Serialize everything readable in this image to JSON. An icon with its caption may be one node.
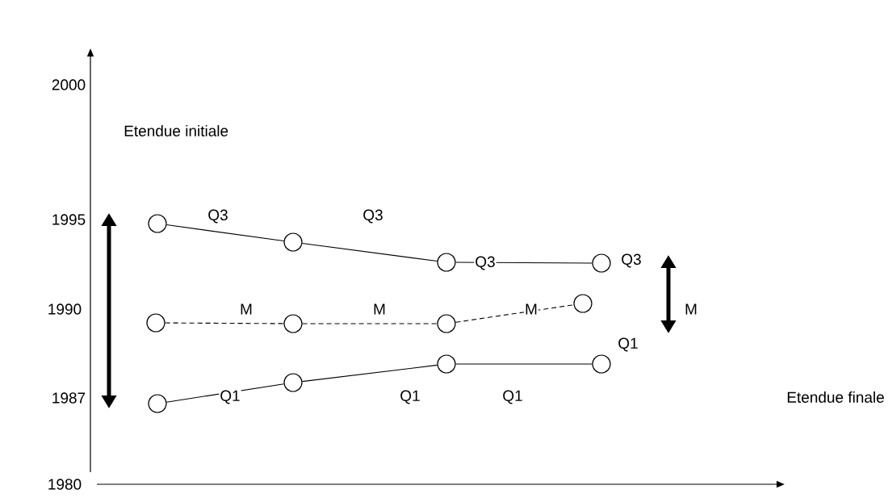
{
  "diagram": {
    "nodes": [
      {
        "text": [],
        "shape": "circle"
      },
      {
        "text": [],
        "shape": "circle"
      },
      {
        "text": [],
        "shape": "circle"
      },
      {
        "text": [],
        "shape": "circle"
      },
      {
        "text": [],
        "shape": "circle"
      },
      {
        "text": [],
        "shape": "circle"
      },
      {
        "text": [],
        "shape": "circle"
      },
      {
        "text": [],
        "shape": "circle"
      },
      {
        "text": [],
        "shape": "circle"
      },
      {
        "text": [],
        "shape": "circle"
      },
      {
        "text": [],
        "shape": "circle"
      },
      {
        "text": [],
        "shape": "circle"
      }
    ],
    "edges": [
      {
        "from": 0,
        "to": 1,
        "arrow": "none"
      },
      {
        "from": 1,
        "to": 2,
        "arrow": "none"
      },
      {
        "from": 2,
        "to": 3,
        "arrow": "none"
      },
      {
        "from": 4,
        "to": 5,
        "arrow": "none",
        "style": "dashed"
      },
      {
        "from": 5,
        "to": 6,
        "arrow": "none",
        "style": "dashed"
      },
      {
        "from": 6,
        "to": 7,
        "arrow": "none",
        "style": "dashed"
      },
      {
        "from": 8,
        "to": 9,
        "arrow": "none"
      },
      {
        "from": 9,
        "to": 10,
        "arrow": "none"
      },
      {
        "from": 10,
        "to": 11,
        "arrow": "none"
      }
    ],
    "labels": [
      "2000",
      "Etendue initiale",
      "1995",
      "Q3",
      "Q3",
      "Q3",
      "Q3",
      "1990",
      "M",
      "M",
      "M",
      "M",
      "Q1",
      "1987",
      "Q1",
      "Q1",
      "Q1",
      "Etendue finale",
      "1980"
    ]
  }
}
